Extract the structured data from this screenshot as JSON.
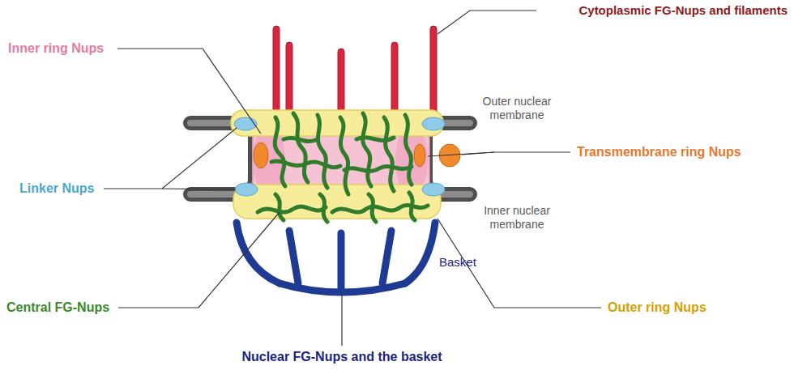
{
  "diagram": {
    "labels": [
      "Cytoplasmic FG-Nups and filaments",
      "Inner ring Nups",
      "Outer nuclear membrane",
      "Transmembrane ring Nups",
      "Linker Nups",
      "Inner nuclear membrane",
      "Basket",
      "Central FG-Nups",
      "Outer ring Nups",
      "Nuclear FG-Nups and the basket"
    ]
  }
}
